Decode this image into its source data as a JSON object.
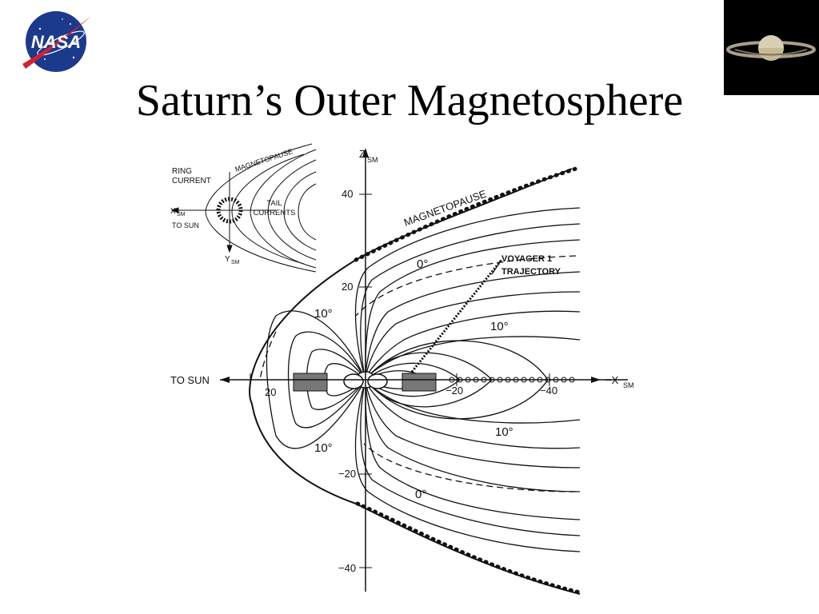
{
  "slide": {
    "title": "Saturn’s Outer Magnetosphere"
  },
  "logo": {
    "text": "NASA",
    "colors": {
      "disc": "#1b3a8c",
      "swoosh": "#d6202c"
    }
  },
  "photo": {
    "subject": "saturn-icon"
  },
  "diagram": {
    "inset": {
      "magnetopause": "MAGNETOPAUSE",
      "ring_current_1": "RING",
      "ring_current_2": "CURRENT",
      "tail_currents_1": "TAIL",
      "tail_currents_2": "CURRENTS",
      "x_axis": "X",
      "x_axis_sub": "SM",
      "to_sun": "TO SUN",
      "y_axis": "Y",
      "y_axis_sub": "SM"
    },
    "axes": {
      "z_label": "Z",
      "z_sub": "SM",
      "x_label": "−X",
      "x_sub": "SM",
      "to_sun": "TO SUN",
      "z_ticks": [
        "40",
        "20",
        "−20",
        "−40"
      ],
      "x_ticks": [
        "20",
        "−20",
        "−40"
      ]
    },
    "labels": {
      "magnetopause": "MAGNETOPAUSE",
      "voyager_1": "VOYAGER 1",
      "trajectory": "TRAJECTORY",
      "angle_0_top": "0°",
      "angle_10_top_left": "10°",
      "angle_10_top_right": "10°",
      "angle_10_bottom_right": "10°",
      "angle_10_bottom_left": "10°",
      "angle_0_bottom": "0°"
    }
  }
}
